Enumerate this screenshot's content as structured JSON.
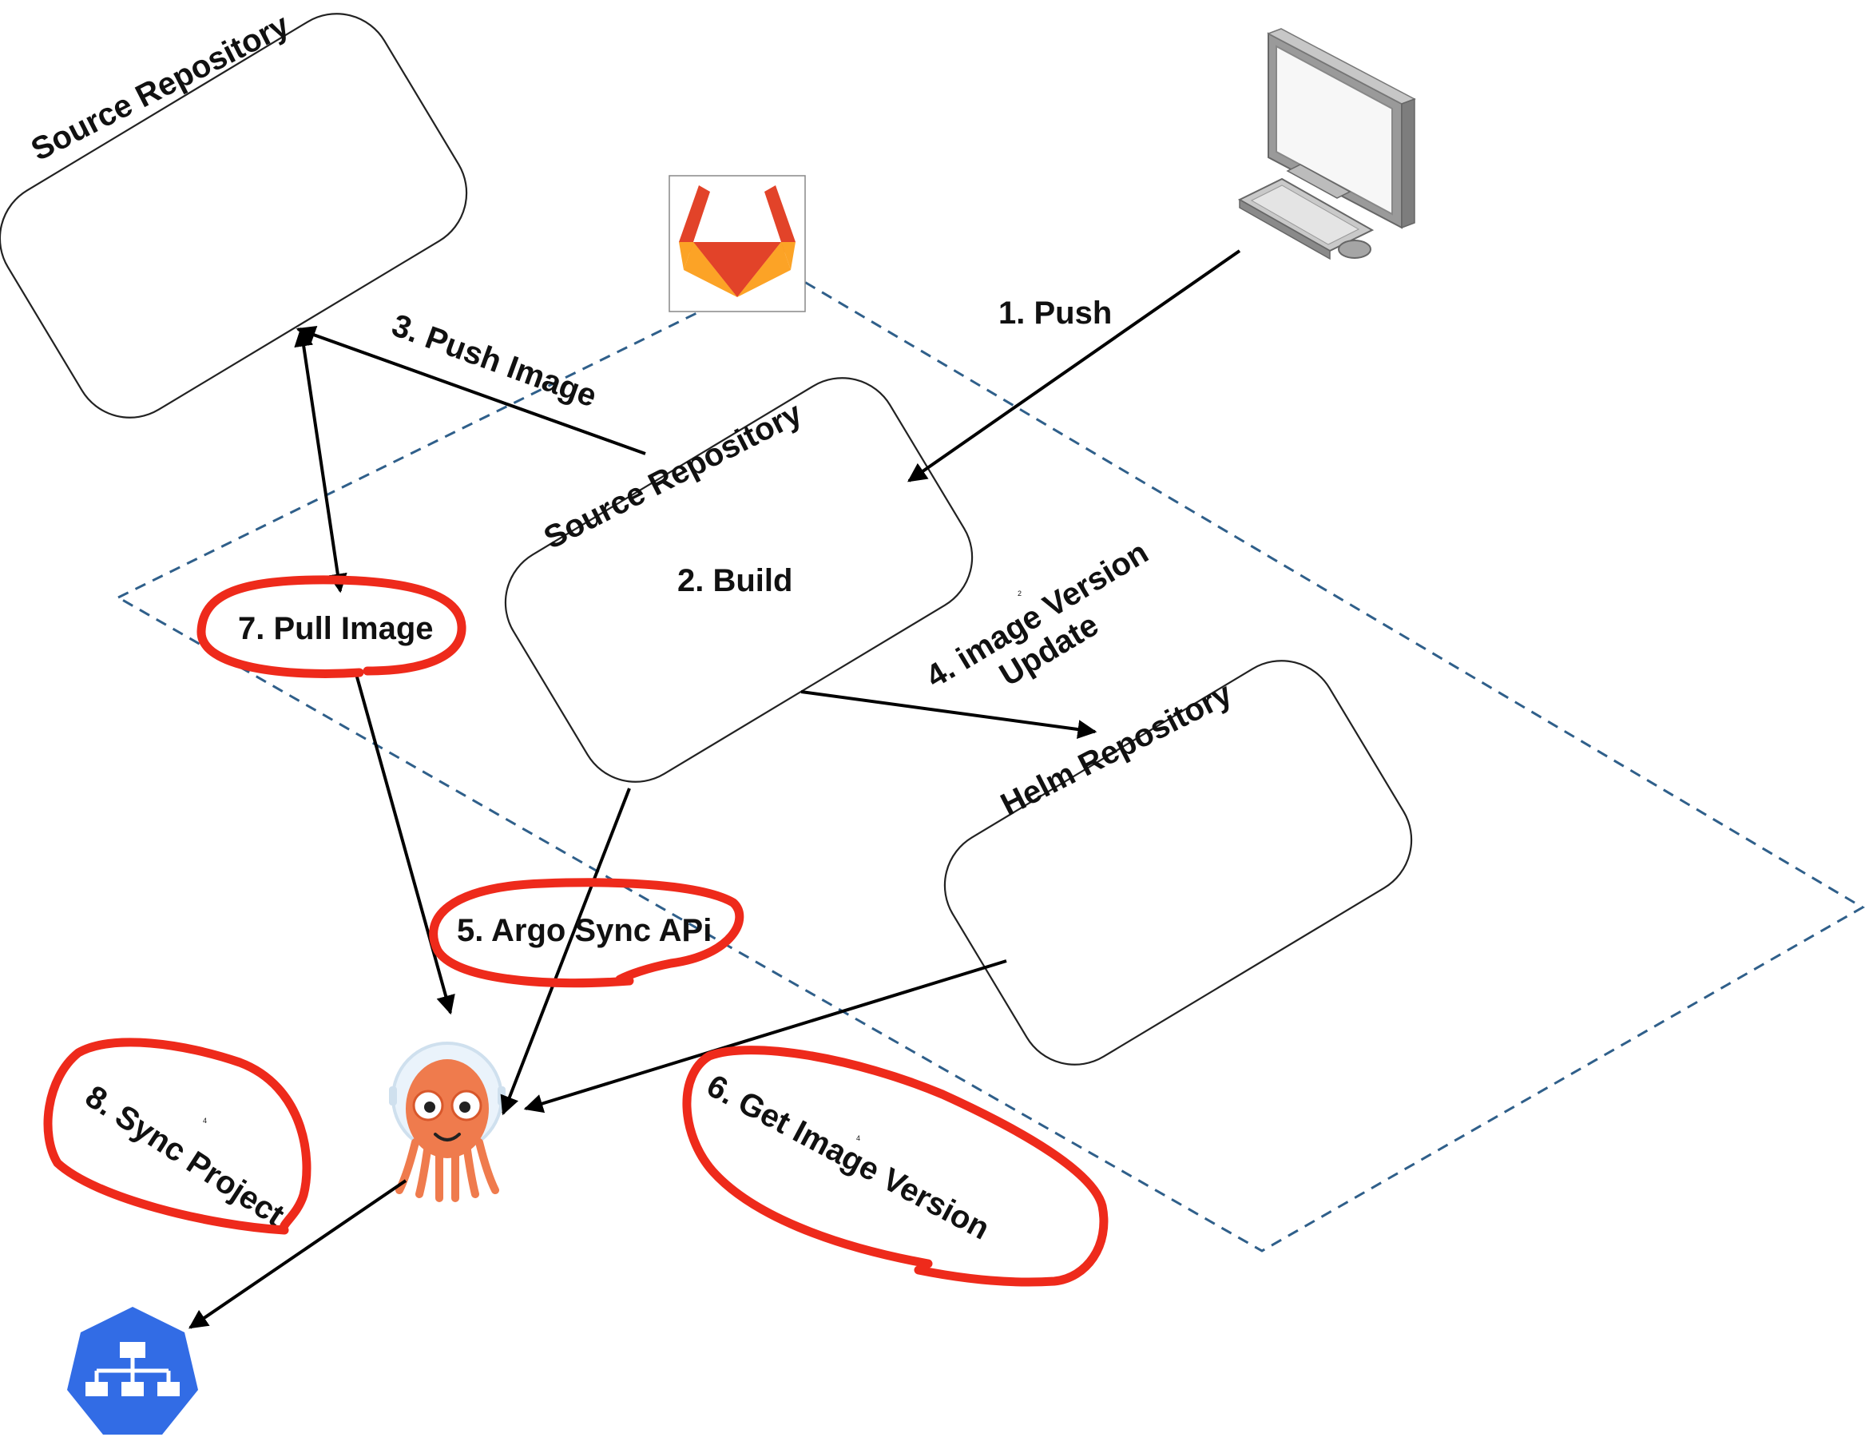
{
  "nodes": {
    "source_repo_top": {
      "label": "Source Repository"
    },
    "source_repo_mid": {
      "label": "Source Repository",
      "step": "2. Build"
    },
    "helm_repo": {
      "label": "Helm Repository"
    },
    "gitlab_logo": {
      "icon": "gitlab-fox-icon"
    },
    "workstation": {
      "icon": "desktop-computer-icon"
    },
    "argo": {
      "icon": "argo-octopus-icon"
    },
    "kubernetes": {
      "icon": "kubernetes-deployment-icon"
    }
  },
  "edges": {
    "push": "1. Push",
    "push_image": "3. Push Image",
    "image_version_update_line1": "4. image Version",
    "image_version_update_line2": "Update",
    "argo_sync_api": "5. Argo Sync APi",
    "get_image_version": "6. Get Image Version",
    "pull_image": "7. Pull Image",
    "sync_project": "8. Sync Project"
  },
  "small_marks": [
    "2",
    "4",
    "4"
  ],
  "colors": {
    "edge": "#000000",
    "boundary": "#2f5f8a",
    "highlight": "#ee2a1b",
    "kubernetes": "#326ce5",
    "argo": "#ef7b4d"
  }
}
